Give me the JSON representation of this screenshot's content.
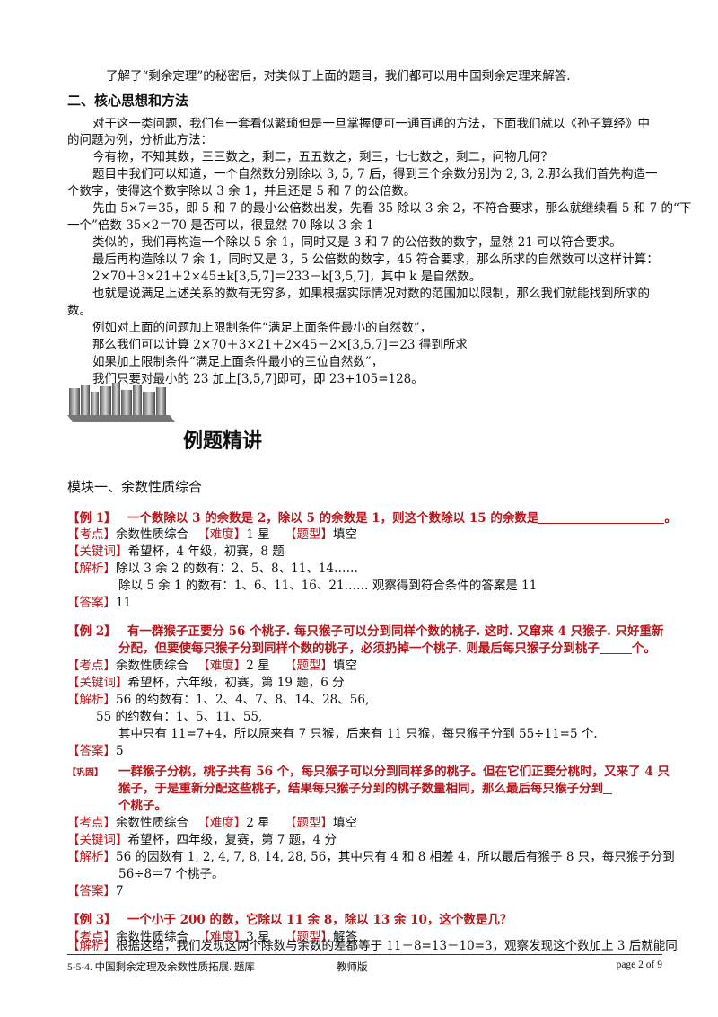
{
  "intro": "了解了“剩余定理”的秘密后，对类似于上面的题目，我们都可以用中国剩余定理来解答.",
  "section2_title": "二、核心思想和方法",
  "method": {
    "p1a": "对于这一类问题，我们有一套看似繁琐但是一旦掌握便可一通百通的方法，下面我们就以《孙子算经》中",
    "p1b": "的问题为例，分析此方法：",
    "p2": "今有物，不知其数，三三数之，剩二，五五数之，剩三，七七数之，剩二，问物几何？",
    "p3a": "题目中我们可以知道，一个自然数分别除以 3, 5, 7 后，得到三个余数分别为 2, 3, 2.那么我们首先构造一",
    "p3b": "个数字，使得这个数字除以 3 余 1，并且还是 5 和 7 的公倍数。",
    "p4a": "先由 5×7＝35，即 5 和 7 的最小公倍数出发，先看 35 除以 3 余 2，不符合要求，那么就继续看 5 和 7 的“下",
    "p4b": "一个”倍数 35×2＝70 是否可以，很显然 70 除以 3 余 1",
    "p5": "类似的，我们再构造一个除以 5 余 1，同时又是 3 和 7 的公倍数的数字，显然 21 可以符合要求。",
    "p6": "最后再构造除以 7 余 1，同时又是 3，5 公倍数的数字，45 符合要求，那么所求的自然数可以这样计算：",
    "p7": "2×70＋3×21＋2×45±k[3,5,7]＝233－k[3,5,7]，其中 k 是自然数。",
    "p8a": "也就是说满足上述关系的数有无穷多，如果根据实际情况对数的范围加以限制，那么我们就能找到所求的",
    "p8b": "数。",
    "p9": "例如对上面的问题加上限制条件“满足上面条件最小的自然数”，",
    "p10": "那么我们可以计算 2×70＋3×21＋2×45－2×[3,5,7]＝23 得到所求",
    "p11": "如果加上限制条件“满足上面条件最小的三位自然数”，",
    "p12": "我们只要对最小的 23 加上[3,5,7]即可，即 23+105=128。"
  },
  "example_heading": "例题精讲",
  "module_title": "模块一、余数性质综合",
  "ex1": {
    "tag": "【例 1】",
    "question": "一个数除以 3 的余数是 2，除以 5 的余数是 1，则这个数除以 15 的余数是",
    "question_end": "。",
    "kaodian": "【考点】",
    "kaodian_val": "余数性质综合",
    "nandu": "【难度】",
    "nandu_val": "1 星",
    "tixing": "【题型】",
    "tixing_val": "填空",
    "guanjianci": "【关键词】",
    "guanjianci_val": "希望杯，4 年级，初赛，8 题",
    "jiexi": "【解析】",
    "jiexi_1": "除以 3 余 2 的数有：2、5、8、11、14……",
    "jiexi_2": "除以 5 余 1 的数有：1、6、11、16、21…… 观察得到符合条件的答案是 11",
    "daan": "【答案】",
    "daan_val": "11"
  },
  "ex2": {
    "tag": "【例 2】",
    "question_1": "有一群猴子正要分 56 个桃子. 每只猴子可以分到同样个数的桃子. 这时. 又窜来 4 只猴子. 只好重新",
    "question_2": "分配，但要使每只猴子分到同样个数的桃子，必须扔掉一个桃子. 则最后每只猴子分到桃子",
    "question_end": "个。",
    "kaodian": "【考点】",
    "kaodian_val": "余数性质综合",
    "nandu": "【难度】",
    "nandu_val": "2 星",
    "tixing": "【题型】",
    "tixing_val": "填空",
    "guanjianci": "【关键词】",
    "guanjianci_val": "希望杯，六年级，初赛，第 19 题，6 分",
    "jiexi": "【解析】",
    "jiexi_1": "56 的约数有：1、2、4、7、8、14、28、56,",
    "jiexi_2": "55 的约数有：1、5、11、55,",
    "jiexi_3": "其中只有 11=7+4，所以原来有 7 只猴，后来有 11 只猴，每只猴子分到 55÷11=5 个.",
    "daan": "【答案】",
    "daan_val": "5"
  },
  "ex_var": {
    "tag": "【巩固】",
    "question_1": "一群猴子分桃，桃子共有 56 个，每只猴子可以分到同样多的桃子。但在它们正要分桃时，又来了 4 只",
    "question_2": "猴子，于是重新分配这些桃子，结果每只猴子分到的桃子数量相同，那么最后每只猴子分到",
    "question_3": "个桃子。",
    "kaodian": "【考点】",
    "kaodian_val": "余数性质综合",
    "nandu": "【难度】",
    "nandu_val": "2 星",
    "tixing": "【题型】",
    "tixing_val": "填空",
    "guanjianci": "【关键词】",
    "guanjianci_val": "希望杯，四年级，复赛，第 7 题，4 分",
    "jiexi": "【解析】",
    "jiexi_1": "56 的因数有 1, 2, 4, 7, 8, 14, 28, 56，其中只有 4 和 8 相差 4，所以最后有猴子 8 只，每只猴子分到",
    "jiexi_2": "56÷8＝7 个桃子。",
    "daan": "【答案】",
    "daan_val": "7"
  },
  "ex3": {
    "tag": "【例 3】",
    "question": "一个小于 200 的数，它除以 11 余 8，除以 13 余 10，这个数是几？",
    "kaodian": "【考点】",
    "kaodian_val": "余数性质综合",
    "nandu": "【难度】",
    "nandu_val": "3 星",
    "tixing": "【题型】",
    "tixing_val": "解答",
    "jiexi": "【解析】",
    "jiexi_1": "根据这结，我们发现这两个除数与余数的差都等于 11－8=13－10=3，观察发现这个数加上 3 后就能同"
  },
  "footer": {
    "left": "5-5-4. 中国剩余定理及余数性质拓展. 题库",
    "center": "教师版",
    "right": "page 2 of 9"
  }
}
